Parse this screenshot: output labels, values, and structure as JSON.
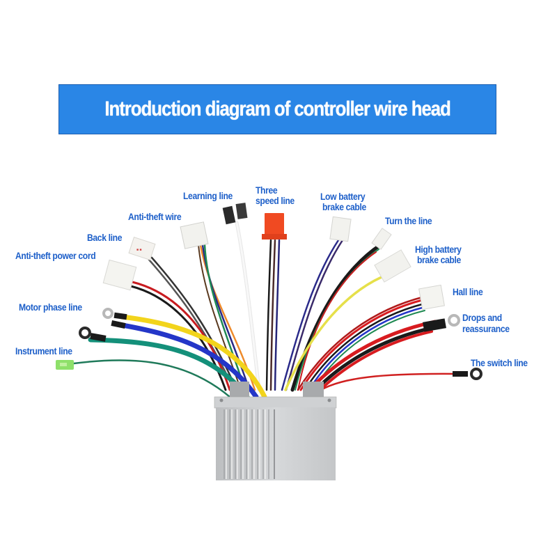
{
  "banner": {
    "title": "Introduction diagram of controller wire head",
    "background_color": "#2a86e6",
    "text_color": "#ffffff"
  },
  "labels": {
    "learning_line": "Learning line",
    "three_speed_line_1": "Three",
    "three_speed_line_2": "speed line",
    "low_battery_1": "Low battery",
    "low_battery_2": "brake cable",
    "anti_theft_wire": "Anti-theft wire",
    "turn_the_line": "Turn the line",
    "back_line": "Back line",
    "high_battery_1": "High battery",
    "high_battery_2": "brake cable",
    "anti_theft_power_cord": "Anti-theft power cord",
    "hall_line": "Hall line",
    "motor_phase_line": "Motor phase line",
    "drops_1": "Drops and",
    "drops_2": "reassurance",
    "instrument_line": "Instrument line",
    "the_switch_line": "The switch line"
  },
  "colors": {
    "label_text": "#1d5fc9",
    "controller_body": "#c8cacc",
    "wire_yellow": "#f2d41c",
    "wire_blue": "#2436c8",
    "wire_green": "#14907a",
    "wire_red": "#d81c20",
    "wire_black": "#1a1a1a",
    "connector_red": "#f04a22",
    "connector_white": "#f2f2ee",
    "connector_lime": "#8ee06a"
  }
}
